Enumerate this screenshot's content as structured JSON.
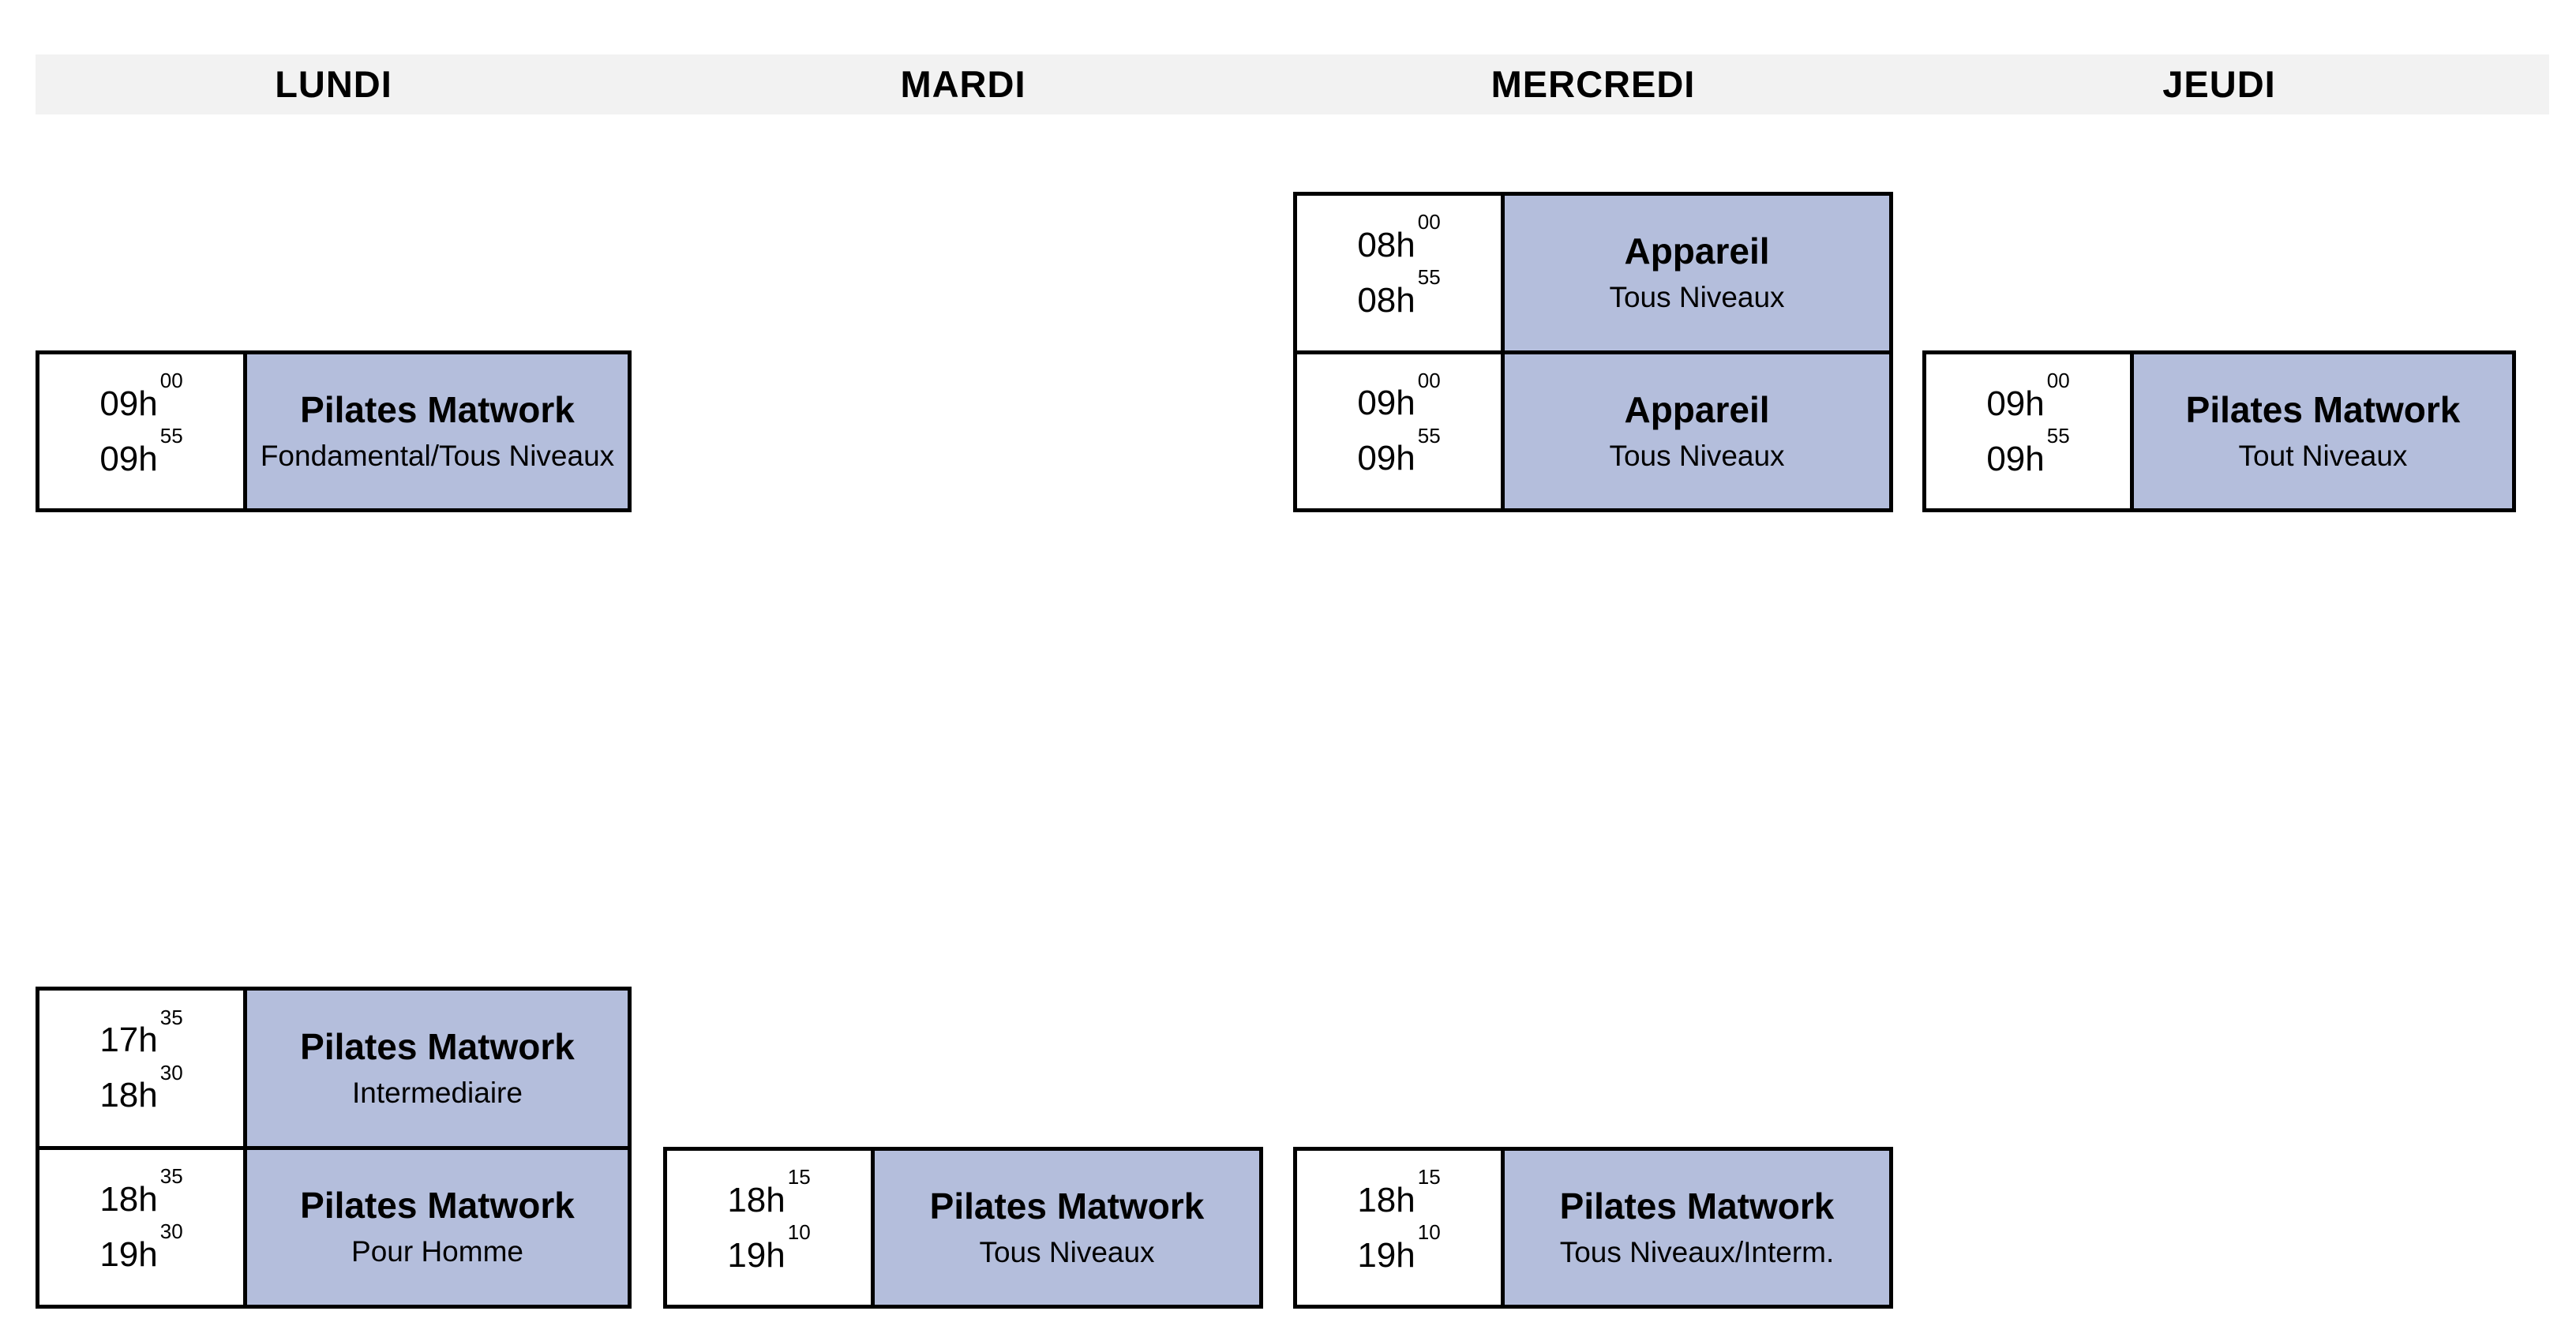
{
  "header": {
    "days": [
      {
        "label": "LUNDI"
      },
      {
        "label": "MARDI"
      },
      {
        "label": "MERCREDI"
      },
      {
        "label": "JEUDI"
      }
    ]
  },
  "colors": {
    "header_bg": "#f2f2f2",
    "class_cell_bg": "#b4bedc",
    "grid_border": "#000000",
    "text": "#000000"
  },
  "tables": [
    {
      "day": "LUNDI",
      "rows": [
        {
          "start_hour": "09h",
          "start_min": "00",
          "end_hour": "09h",
          "end_min": "55",
          "title": "Pilates Matwork",
          "subtitle": "Fondamental/Tous Niveaux"
        }
      ]
    },
    {
      "day": "MERCREDI",
      "rows": [
        {
          "start_hour": "08h",
          "start_min": "00",
          "end_hour": "08h",
          "end_min": "55",
          "title": "Appareil",
          "subtitle": "Tous Niveaux"
        },
        {
          "start_hour": "09h",
          "start_min": "00",
          "end_hour": "09h",
          "end_min": "55",
          "title": "Appareil",
          "subtitle": "Tous Niveaux"
        }
      ]
    },
    {
      "day": "JEUDI",
      "rows": [
        {
          "start_hour": "09h",
          "start_min": "00",
          "end_hour": "09h",
          "end_min": "55",
          "title": "Pilates Matwork",
          "subtitle": "Tout Niveaux"
        }
      ]
    },
    {
      "day": "LUNDI",
      "rows": [
        {
          "start_hour": "17h",
          "start_min": "35",
          "end_hour": "18h",
          "end_min": "30",
          "title": "Pilates Matwork",
          "subtitle": "Intermediaire"
        },
        {
          "start_hour": "18h",
          "start_min": "35",
          "end_hour": "19h",
          "end_min": "30",
          "title": "Pilates Matwork",
          "subtitle": "Pour Homme"
        }
      ]
    },
    {
      "day": "MARDI",
      "rows": [
        {
          "start_hour": "18h",
          "start_min": "15",
          "end_hour": "19h",
          "end_min": "10",
          "title": "Pilates Matwork",
          "subtitle": "Tous Niveaux"
        }
      ]
    },
    {
      "day": "MERCREDI",
      "rows": [
        {
          "start_hour": "18h",
          "start_min": "15",
          "end_hour": "19h",
          "end_min": "10",
          "title": "Pilates Matwork",
          "subtitle": "Tous Niveaux/Interm."
        }
      ]
    }
  ]
}
